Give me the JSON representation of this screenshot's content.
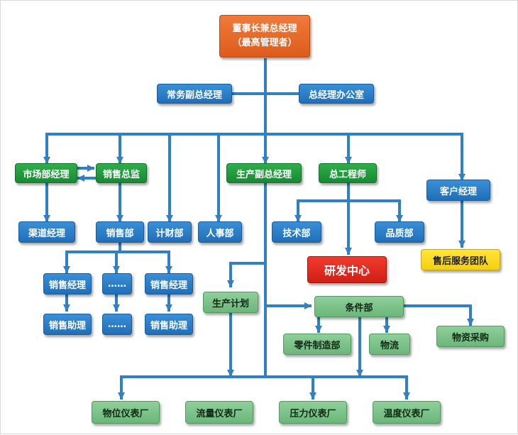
{
  "org": {
    "ceo_line1": "董事长兼总经理",
    "ceo_line2": "（最高管理者）",
    "exec_vp": "常务副总经理",
    "gm_office": "总经理办公室",
    "marketing_mgr": "市场部经理",
    "sales_director": "销售总监",
    "channel_mgr": "渠道经理",
    "sales_dept": "销售部",
    "finance_dept": "计财部",
    "hr_dept": "人事部",
    "sales_mgr": "销售经理",
    "ellipsis": "……",
    "sales_asst": "销售助理",
    "production_vp": "生产副总经理",
    "production_plan": "生产计划",
    "chief_engineer": "总工程师",
    "tech_dept": "技术部",
    "quality_dept": "品质部",
    "rd_center": "研发中心",
    "account_mgr": "客户经理",
    "after_sales": "售后服务团队",
    "condition_dept": "条件部",
    "parts_dept": "零件制造部",
    "logistics": "物流",
    "procurement": "物资采购",
    "factory_level": "物位仪表厂",
    "factory_flow": "流量仪表厂",
    "factory_pressure": "压力仪表厂",
    "factory_temp": "温度仪表厂"
  },
  "colors": {
    "wire": "#2f7fc9",
    "blue": "#1f6fb8",
    "green": "#178a33",
    "light_green": "#6cb67b",
    "orange": "#dd5c1c",
    "red": "#d11f15",
    "yellow": "#f5cf12"
  }
}
